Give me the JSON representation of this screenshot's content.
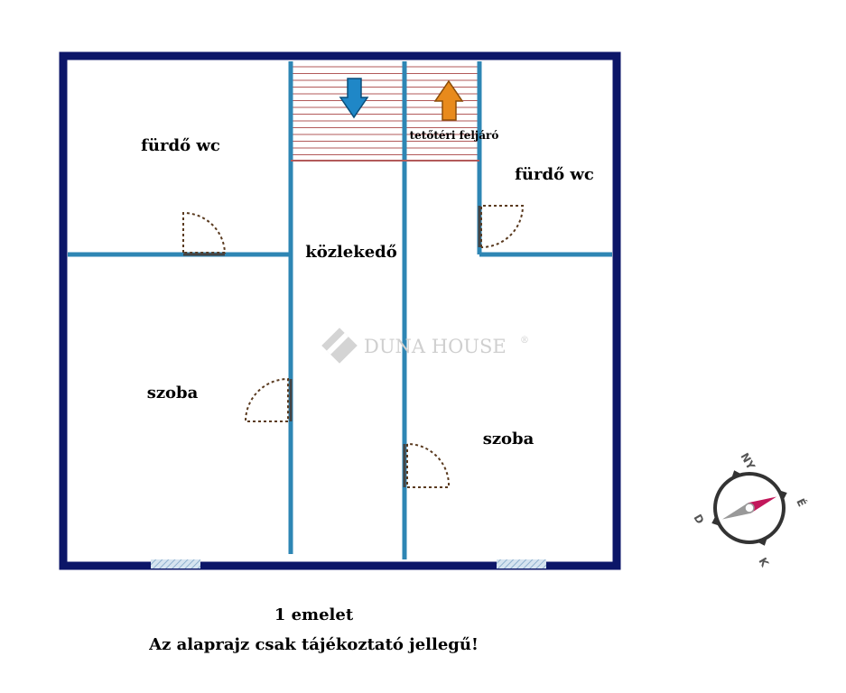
{
  "rooms": {
    "bath_left": "fürdő wc",
    "bath_right": "fürdő wc",
    "corridor": "közlekedő",
    "room_left": "szoba",
    "room_right": "szoba",
    "stairs": "tetőtéri feljáró"
  },
  "watermark": {
    "brand": "DUNA HOUSE",
    "mark": "®"
  },
  "compass": {
    "n": "NY",
    "e": "É",
    "s": "K",
    "w": "D"
  },
  "captions": {
    "floor": "1 emelet",
    "note": "Az alaprajz csak tájékoztató jellegű!"
  },
  "colors": {
    "outer_wall": "#0c1668",
    "inner_wall": "#2e86b4",
    "door": "#5a3a1f",
    "stairs": "#b25a5a",
    "arrow_down": "#1f87c7",
    "arrow_up": "#e88a1c",
    "window": "#a9c6de",
    "compass_needle": "#c2185b"
  }
}
